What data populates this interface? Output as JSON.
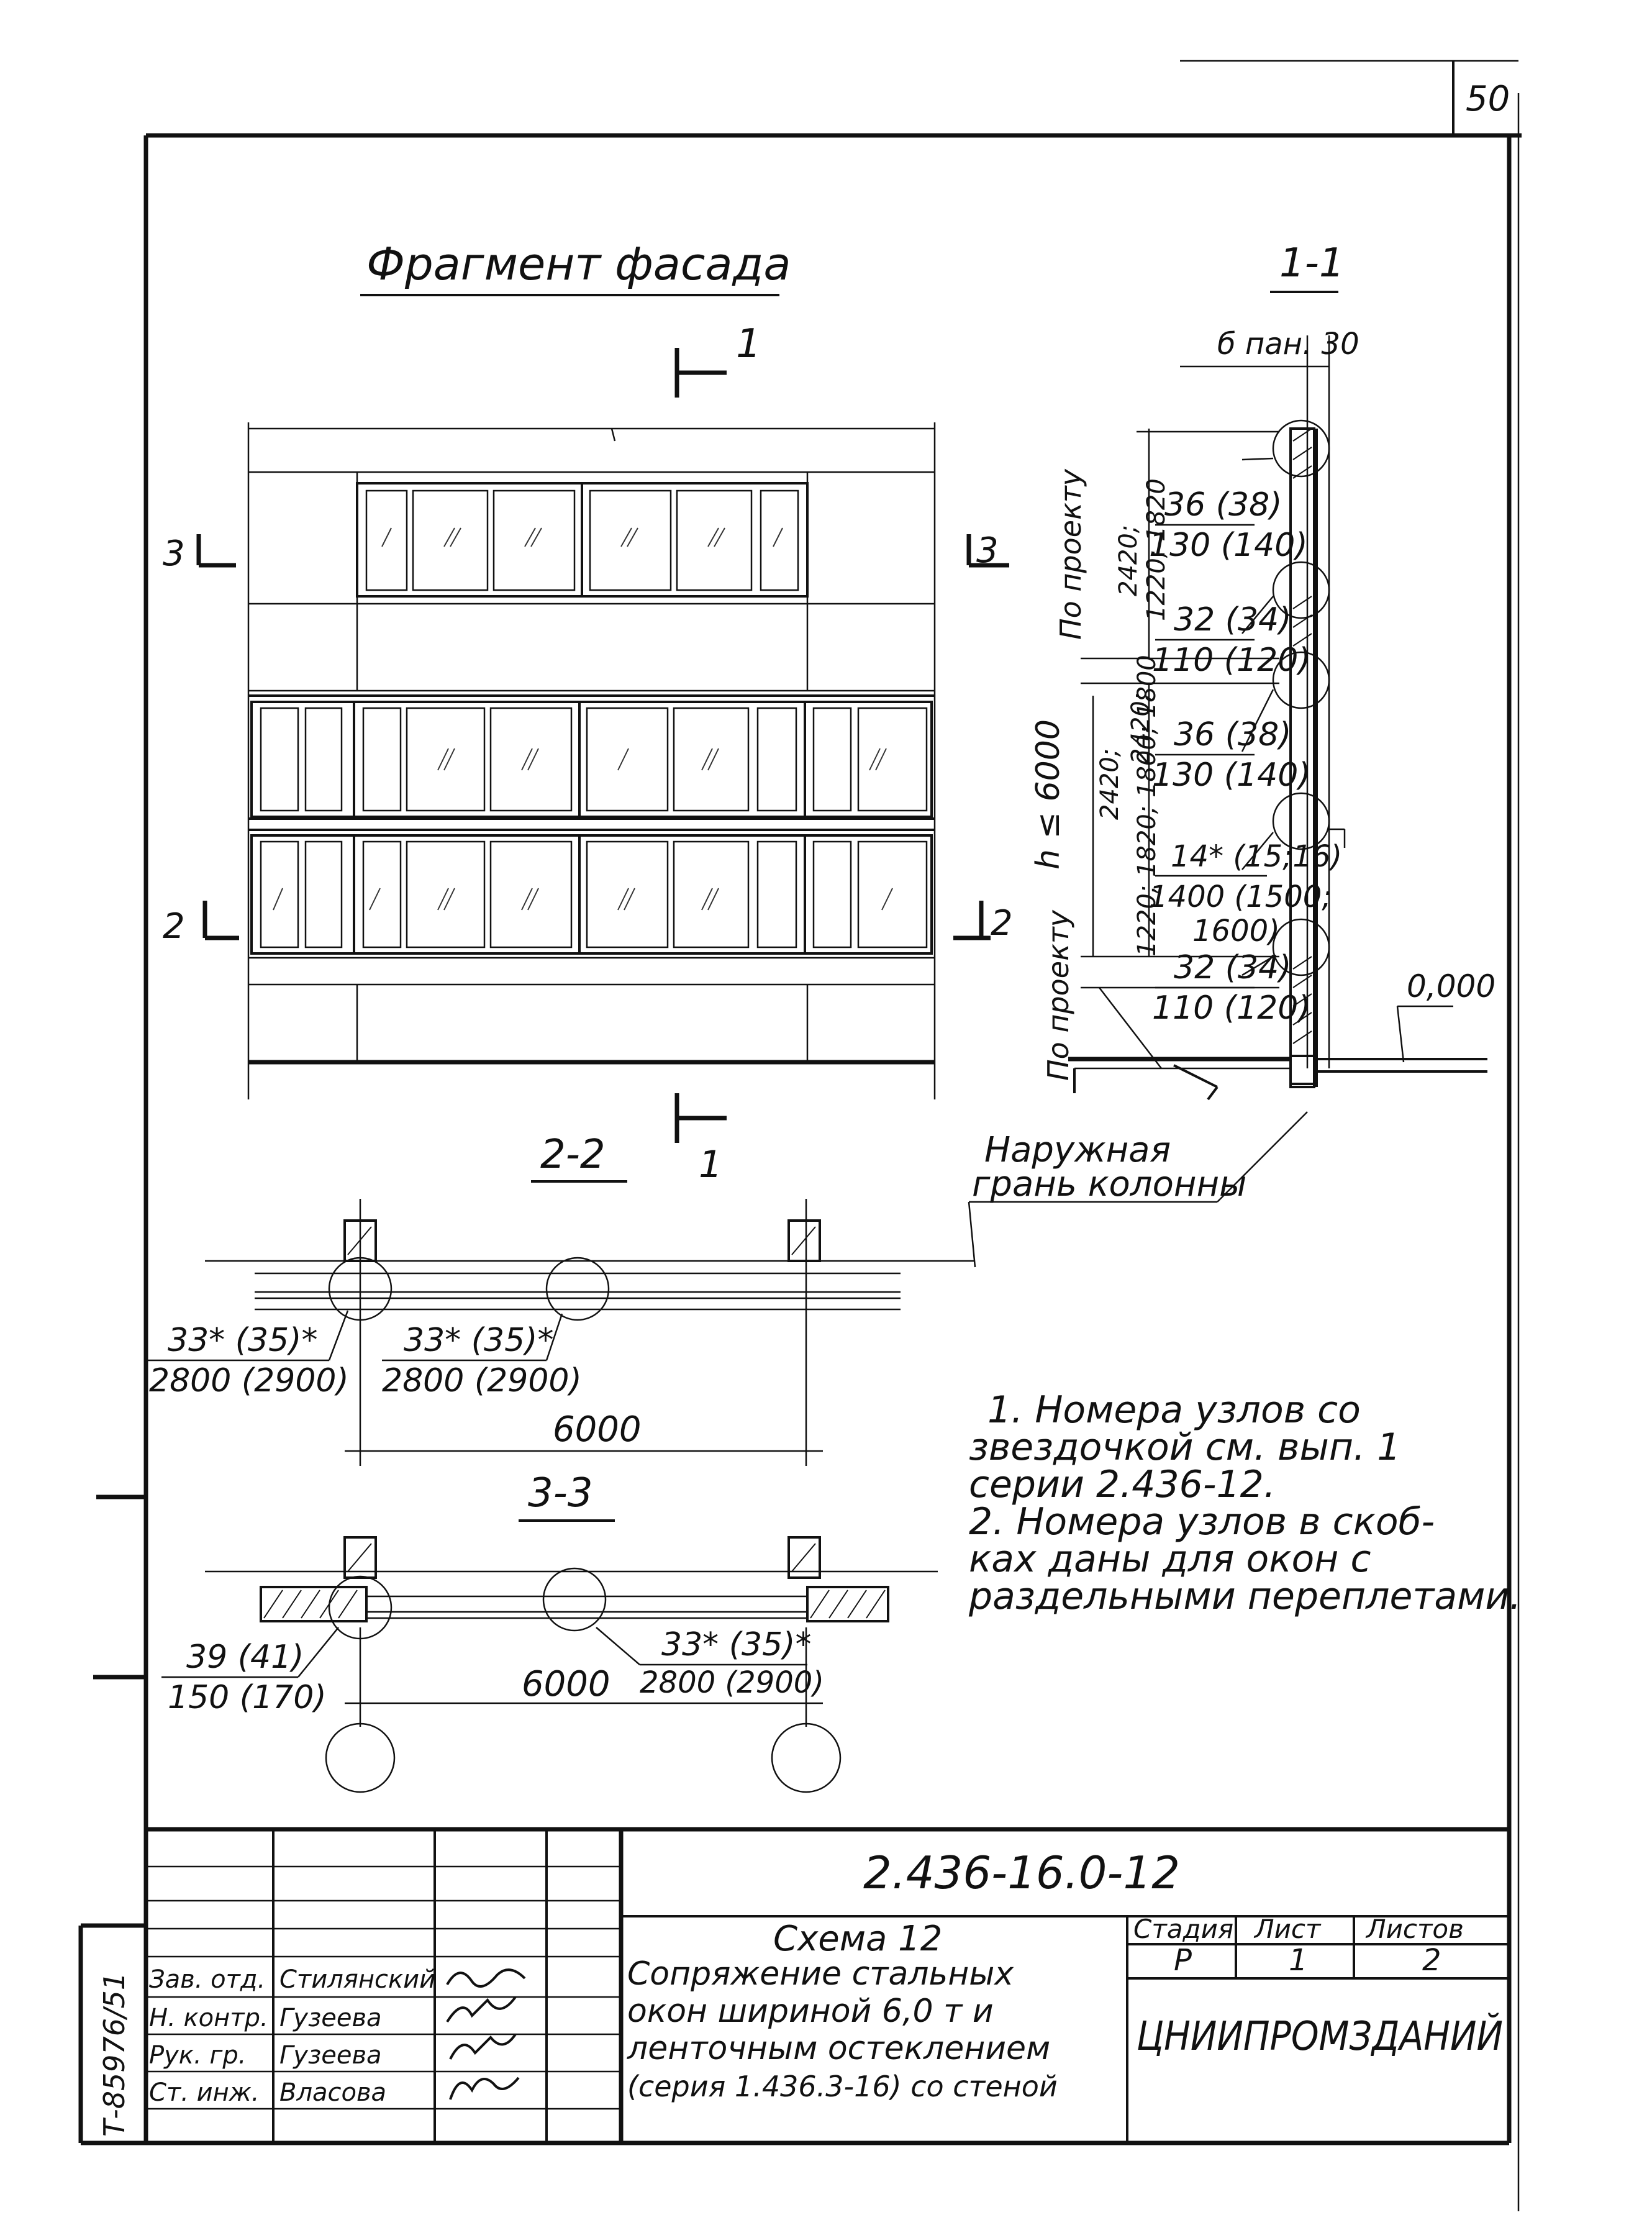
{
  "sheet_number": "50",
  "headings": {
    "facade": "Фрагмент фасада",
    "section_1_1": "1-1",
    "section_2_2": "2-2",
    "section_3_3": "3-3"
  },
  "facade_marks": {
    "cut_1_top": "1",
    "cut_1_bottom": "1",
    "cut_3_left": "3",
    "cut_3_right": "3",
    "cut_2_left": "2",
    "cut_2_right": "2"
  },
  "section_1_1": {
    "top_label": "б пан. 30",
    "note_project_top": "По проекту",
    "note_project_bottom": "По проекту",
    "h_label": "h ≤ 6000",
    "height_group_1": [
      "2420;",
      "1220; 1820"
    ],
    "height_group_2": [
      "2420;",
      "2420;",
      "1220; 1820; 1800; 1800"
    ],
    "nodes": [
      {
        "top": "36 (38)",
        "bottom": "130 (140)"
      },
      {
        "top": "32 (34)",
        "bottom": "110 (120)"
      },
      {
        "top": "36 (38)",
        "bottom": "130 (140)"
      },
      {
        "top": "14* (15;16)",
        "bottom": "1400 (1500;",
        "extra": "1600)"
      },
      {
        "top": "32 (34)",
        "bottom": "110 (120)"
      }
    ],
    "level_mark": "0,000"
  },
  "column_face_label": [
    "Наружная",
    "грань колонны"
  ],
  "section_2_2": {
    "node_left": {
      "top": "33* (35)*",
      "bottom": "2800 (2900)"
    },
    "node_mid": {
      "top": "33* (35)*",
      "bottom": "2800 (2900)"
    },
    "span": "6000"
  },
  "section_3_3": {
    "node_left": {
      "top": "39 (41)",
      "bottom": "150 (170)"
    },
    "node_mid": {
      "top": "33* (35)*",
      "bottom": "2800 (2900)"
    },
    "span": "6000"
  },
  "notes": [
    "1. Номера узлов со",
    "звездочкой см. вып. 1",
    "серии 2.436-12.",
    "2. Номера узлов в скоб-",
    "ках даны для окон с",
    "раздельными переплетами."
  ],
  "title_block": {
    "doc_code": "2.436-16.0-12",
    "scheme": "Схема 12",
    "description": [
      "Сопряжение стальных",
      "окон шириной 6,0 т и",
      "ленточным остеклением",
      "(серия 1.436.3-16) со стеной"
    ],
    "stage_header": "Стадия",
    "sheet_header": "Лист",
    "sheets_header": "Листов",
    "stage": "Р",
    "sheet": "1",
    "sheets": "2",
    "organization": "ЦНИИПРОМЗДАНИЙ",
    "staff": [
      {
        "role": "Зав. отд.",
        "name": "Стилянский"
      },
      {
        "role": "Н. контр.",
        "name": "Гузеева"
      },
      {
        "role": "Рук. гр.",
        "name": "Гузеева"
      },
      {
        "role": "Ст. инж.",
        "name": "Власова"
      }
    ],
    "inventory": "Т-85976/51"
  }
}
